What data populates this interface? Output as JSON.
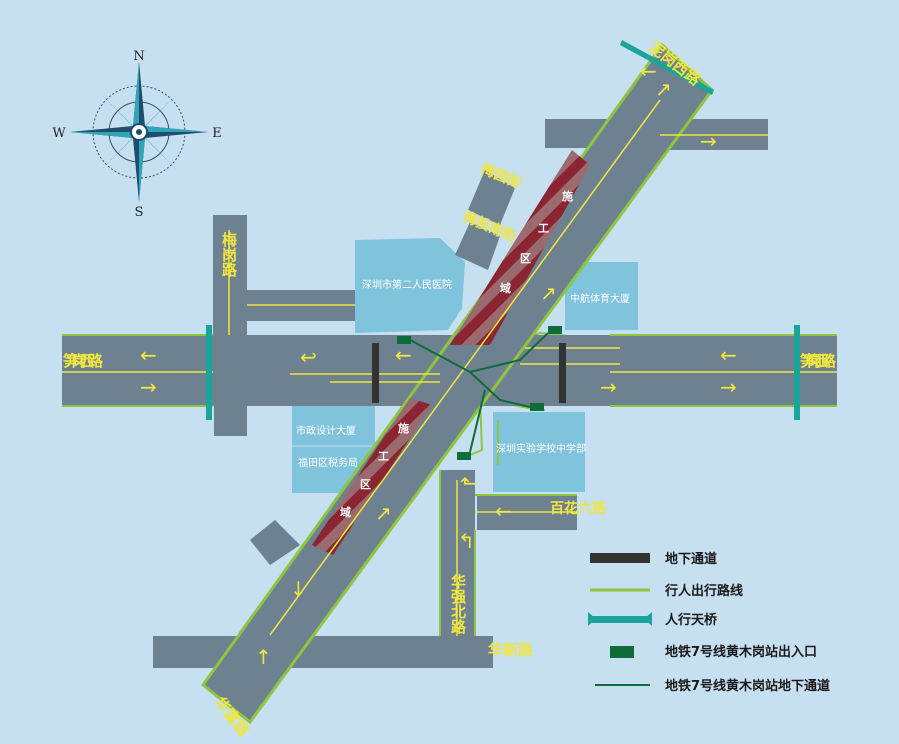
{
  "compass": {
    "n": "N",
    "s": "S",
    "e": "E",
    "w": "W"
  },
  "roads": {
    "nigang": "泥岗西路",
    "sungang_w": "笋岗西路",
    "sungang_e": "笋岗西路",
    "meigang": "梅岗路",
    "huaqiang": "华强北路",
    "huafu": "华富路",
    "huaxin": "华新路",
    "baihua": "百花六路",
    "meihuan": "梅园街",
    "meibao": "梅投南街"
  },
  "buildings": {
    "hospital": "深圳市第二人民医院",
    "sports": "中航体育大厦",
    "design": "市政设计大厦",
    "futian": "福田区税务局",
    "school": "深圳实验学校中学部"
  },
  "works": {
    "upper": [
      "施",
      "工",
      "区",
      "域"
    ],
    "lower": [
      "施",
      "工",
      "区",
      "域"
    ]
  },
  "legend": [
    {
      "label": "地下通道",
      "color": "#333333"
    },
    {
      "label": "行人出行路线",
      "color": "#8dc63f"
    },
    {
      "label": "人行天桥",
      "color": "#1aa59a"
    },
    {
      "label": "地铁7号线黄木岗站出入口",
      "color": "#0e6b3a"
    },
    {
      "label": "地铁7号线黄木岗站地下通道",
      "color": "#0e6b3a"
    }
  ],
  "colors": {
    "water": "#c6dff1",
    "road": "#6d8190",
    "edge": "#8dc63f",
    "building": "#7fc3dd",
    "lane": "#f0e640",
    "works": "#8a2531"
  }
}
